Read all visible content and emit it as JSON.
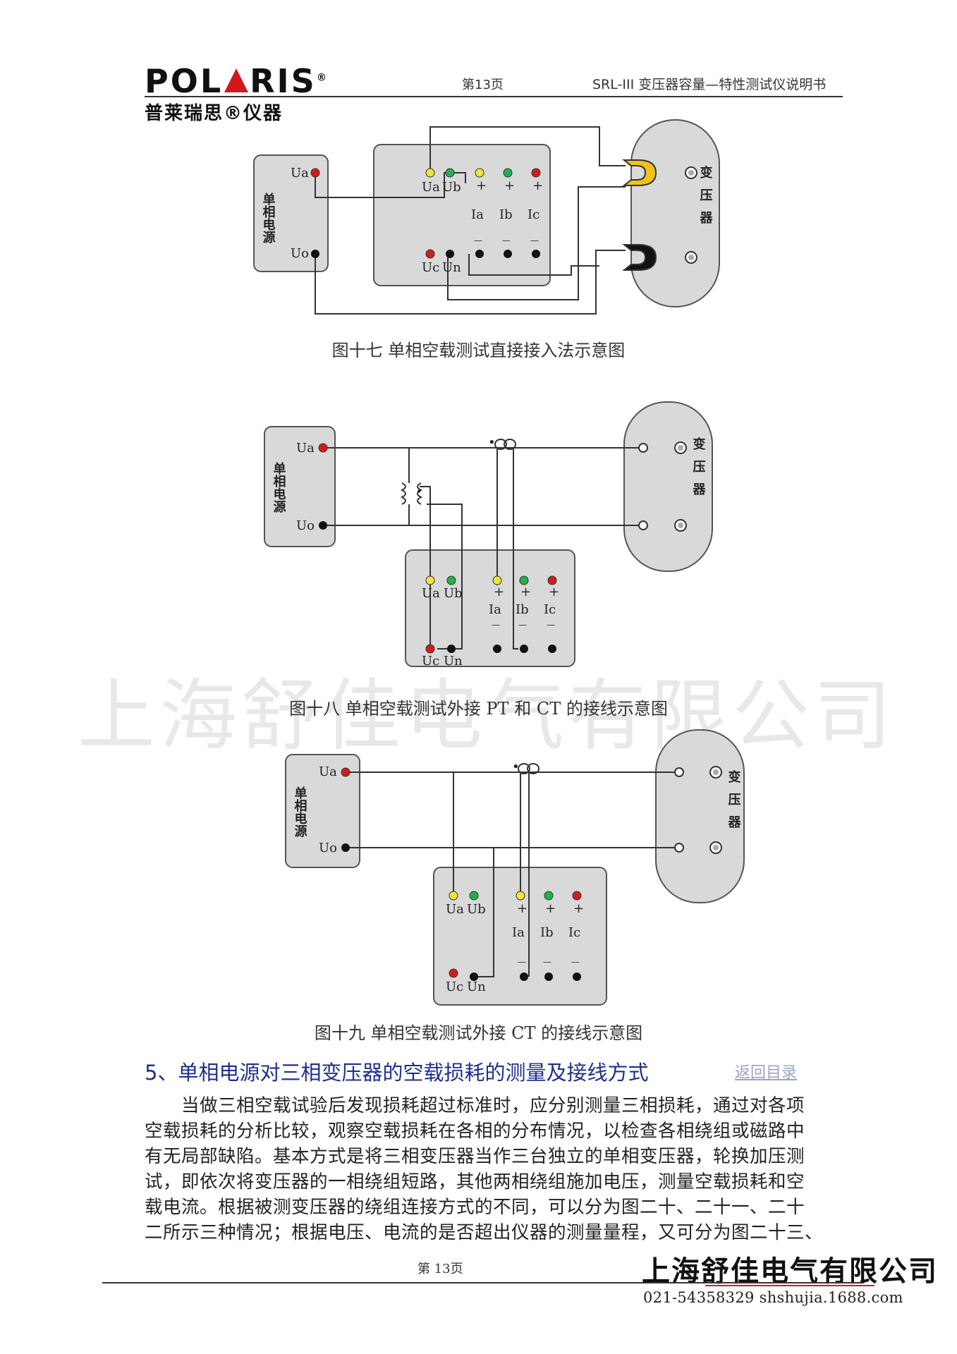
{
  "header": {
    "logo_left": "POL",
    "logo_right": "RIS",
    "logo_registered": "®",
    "logo_sub": "普莱瑞思®仪器",
    "page_label": "第13页",
    "doc_title": "SRL-III 变压器容量—特性测试仪说明书"
  },
  "diagram_labels": {
    "power_source": "单相电源",
    "transformer": "变压器",
    "ua": "Ua",
    "uo": "Uo",
    "ub": "Ub",
    "uc": "Uc",
    "un": "Un",
    "ia": "Ia",
    "ib": "Ib",
    "ic": "Ic",
    "plus": "+",
    "minus": "—",
    "dot": "•"
  },
  "figures": {
    "fig17_caption": "图十七 单相空载测试直接接入法示意图",
    "fig18_caption": "图十八   单相空载测试外接 PT 和 CT 的接线示意图",
    "fig19_caption": "图十九 单相空载测试外接 CT 的接线示意图"
  },
  "watermark": "上海舒佳电气有限公司",
  "section": {
    "heading": "5、单相电源对三相变压器的空载损耗的测量及接线方式",
    "back_link": "返回目录",
    "paragraph_lines": [
      "当做三相空载试验后发现损耗超过标准时，应分别测量三相损耗，通过对各项",
      "空载损耗的分析比较，观察空载损耗在各相的分布情况，以检查各相绕组或磁路中",
      "有无局部缺陷。基本方式是将三相变压器当作三台独立的单相变压器，轮换加压测",
      "试，即依次将变压器的一相绕组短路，其他两相绕组施加电压，测量空载损耗和空",
      "载电流。根据被测变压器的绕组连接方式的不同，可以分为图二十、二十一、二十",
      "二所示三种情况；根据电压、电流的是否超出仪器的测量量程，又可分为图二十三、"
    ]
  },
  "footer": {
    "page_label": "第 13页",
    "company": "上海舒佳电气有限公司",
    "contact": "021-54358329 shshujia.1688.com"
  },
  "colors": {
    "red_terminal": "#d11d1d",
    "yellow_terminal": "#f2e23a",
    "green_terminal": "#22b14c",
    "panel_gray": "#d9d9d9",
    "heading_blue": "#1f2f8f"
  }
}
